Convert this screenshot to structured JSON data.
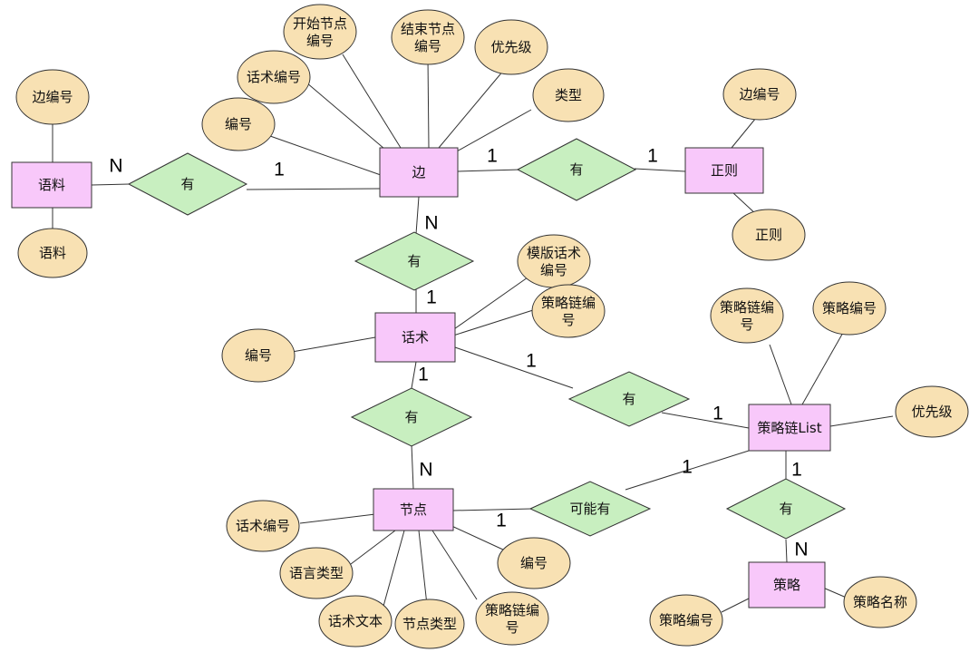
{
  "entities": {
    "corpus": "语料",
    "edge": "边",
    "regex": "正则",
    "script": "话术",
    "node": "节点",
    "chain_list": "策略链List",
    "strategy": "策略"
  },
  "relationships": {
    "corpus_edge": "有",
    "edge_regex": "有",
    "edge_script": "有",
    "script_node": "有",
    "script_chain": "有",
    "node_chain": "可能有",
    "chain_strategy": "有"
  },
  "attributes": {
    "corpus_edge_no": "边编号",
    "corpus_text": "语料",
    "edge_id": "编号",
    "edge_script_no": "话术编号",
    "edge_start_node": [
      "开始节点",
      "编号"
    ],
    "edge_end_node": [
      "结束节点",
      "编号"
    ],
    "edge_priority": "优先级",
    "edge_type": "类型",
    "regex_edge_no": "边编号",
    "regex_text": "正则",
    "script_template_no": [
      "模版话术",
      "编号"
    ],
    "script_chain_no": [
      "策略链编",
      "号"
    ],
    "script_id": "编号",
    "chain_chain_no": [
      "策略链编",
      "号"
    ],
    "chain_strategy_no": "策略编号",
    "chain_priority": "优先级",
    "node_script_no": "话术编号",
    "node_lang_type": "语言类型",
    "node_text": "话术文本",
    "node_type": "节点类型",
    "node_chain_no": [
      "策略链编",
      "号"
    ],
    "node_id": "编号",
    "strategy_no": "策略编号",
    "strategy_name": "策略名称"
  },
  "cardinalities": {
    "corpus_side": "N",
    "edge_side_from_corpus": "1",
    "edge_side_to_regex": "1",
    "regex_side": "1",
    "edge_side_to_script": "N",
    "script_side_from_edge": "1",
    "script_side_to_node": "1",
    "node_side_from_script": "N",
    "script_side_to_chain": "1",
    "chain_side_from_script": "1",
    "node_side_to_chain": "1",
    "chain_side_from_node": "1",
    "chain_side_to_strategy": "1",
    "strategy_side": "N"
  }
}
